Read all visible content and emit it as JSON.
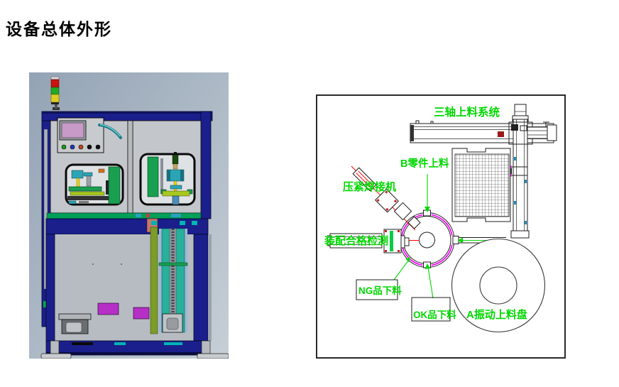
{
  "page": {
    "title": "设备总体外形"
  },
  "cad_figure": {
    "alt": "equipment-3d-render",
    "colors": {
      "background_top": "#93a3b5",
      "background_bottom": "#c2ccd3",
      "frame_blue": "#1a1f8c",
      "panel_gray": "#c3c6ca",
      "screen_purple": "#c79ac7",
      "tower_red": "#cc1111",
      "tower_green": "#22aa22",
      "tower_yellow": "#ddcc22",
      "machinery_teal": "#2ba5b5",
      "machinery_green": "#18a050",
      "accent_magenta": "#b62fc6"
    }
  },
  "layout_figure": {
    "labels": {
      "gantry": "三轴上料系统",
      "part_b_feed": "B零件上料",
      "press_welder": "压紧焊接机",
      "assembly_check": "装配合格检测",
      "ng_unload": "NG品下料",
      "ok_unload": "OK品下料",
      "bowl_feeder": "A振动上料盘"
    },
    "colors": {
      "label_green": "#00d800",
      "ring_magenta": "#ff00ff",
      "centerline_red": "#ff0000",
      "line_black": "#1c1c1c"
    }
  }
}
